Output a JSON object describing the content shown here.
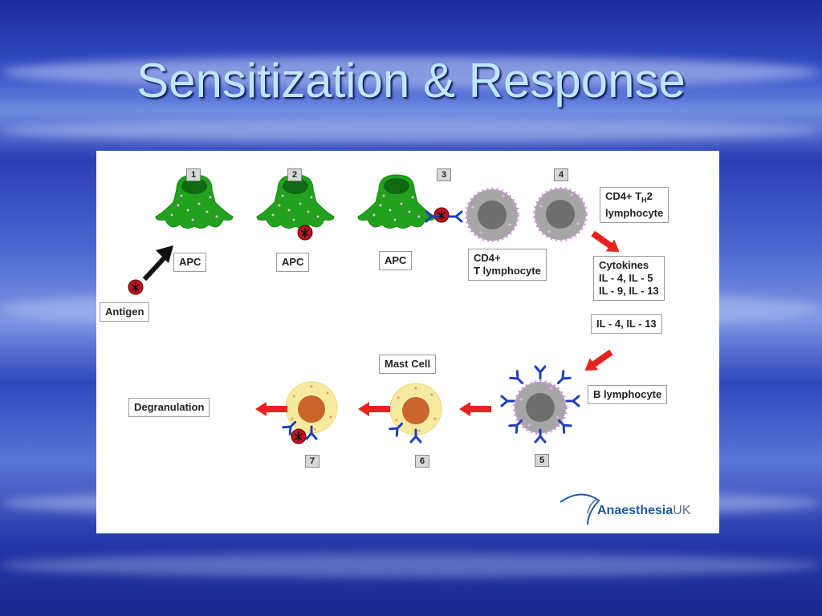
{
  "slide": {
    "title": "Sensitization & Response"
  },
  "diagram": {
    "steps": [
      "1",
      "2",
      "3",
      "4",
      "5",
      "6",
      "7"
    ],
    "labels": {
      "apc_1": "APC",
      "apc_2": "APC",
      "apc_3": "APC",
      "antigen": "Antigen",
      "cd4_line1": "CD4+",
      "cd4_line2": "T lymphocyte",
      "cd4th2_line1": "CD4+ T",
      "cd4th2_sub": "H",
      "cd4th2_suffix": "2",
      "cd4th2_line2": "lymphocyte",
      "cytokines_line1": "Cytokines",
      "cytokines_line2": "IL - 4, IL - 5",
      "cytokines_line3": "IL - 9, IL - 13",
      "il4_il13": "IL - 4, IL - 13",
      "b_lymphocyte": "B lymphocyte",
      "mast_cell": "Mast Cell",
      "degranulation": "Degranulation"
    },
    "logo": {
      "part1": "Anaesthesia",
      "part2": "UK"
    },
    "colors": {
      "apc": "#22a11e",
      "apc_dark": "#0f6a12",
      "t_cell_ring": "#9b9b9b",
      "t_cell_nucleus": "#6e6e6e",
      "mast_cell": "#f6e9a0",
      "mast_nucleus": "#c9652a",
      "antibody": "#1f3fbf",
      "antigen": "#c1121f",
      "arrow_red": "#e8221e",
      "arrow_black": "#111111"
    }
  }
}
